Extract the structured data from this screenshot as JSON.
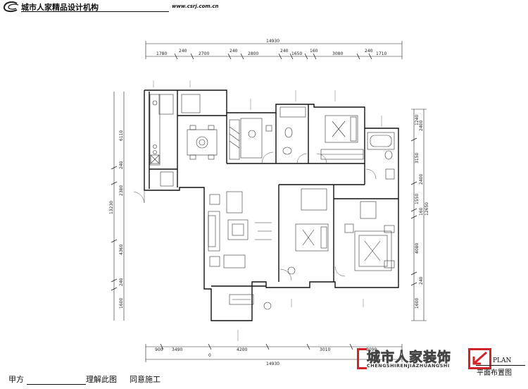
{
  "header": {
    "title": "城市人家精品设计机构",
    "url": "www.csrj.com.cn"
  },
  "plan": {
    "top_total": "14930",
    "top_dims": [
      "1780",
      "240",
      "2700",
      "240",
      "2800",
      "240",
      "1650",
      "160",
      "3080",
      "240",
      "1710"
    ],
    "bottom_total": "14930",
    "bottom_dims": [
      "900",
      "3490",
      "0",
      "4200",
      "3010",
      "3090"
    ],
    "left_dims": [
      "6110",
      "240",
      "2380",
      "13230",
      "4360",
      "240",
      "1600"
    ],
    "right_dims": [
      "1240",
      "2400",
      "3150",
      "2400",
      "1550",
      "12650",
      "160",
      "4080",
      "240",
      "1600"
    ]
  },
  "footer": {
    "party_a": "甲方",
    "understood": "理解此图",
    "agree": "同意施工"
  },
  "brand": {
    "name": "城市人家装饰",
    "pinyin": "CHENGSHIRENJIAZHUANGSHI",
    "plan_en": "PLAN",
    "plan_cn": "平面布置图"
  }
}
